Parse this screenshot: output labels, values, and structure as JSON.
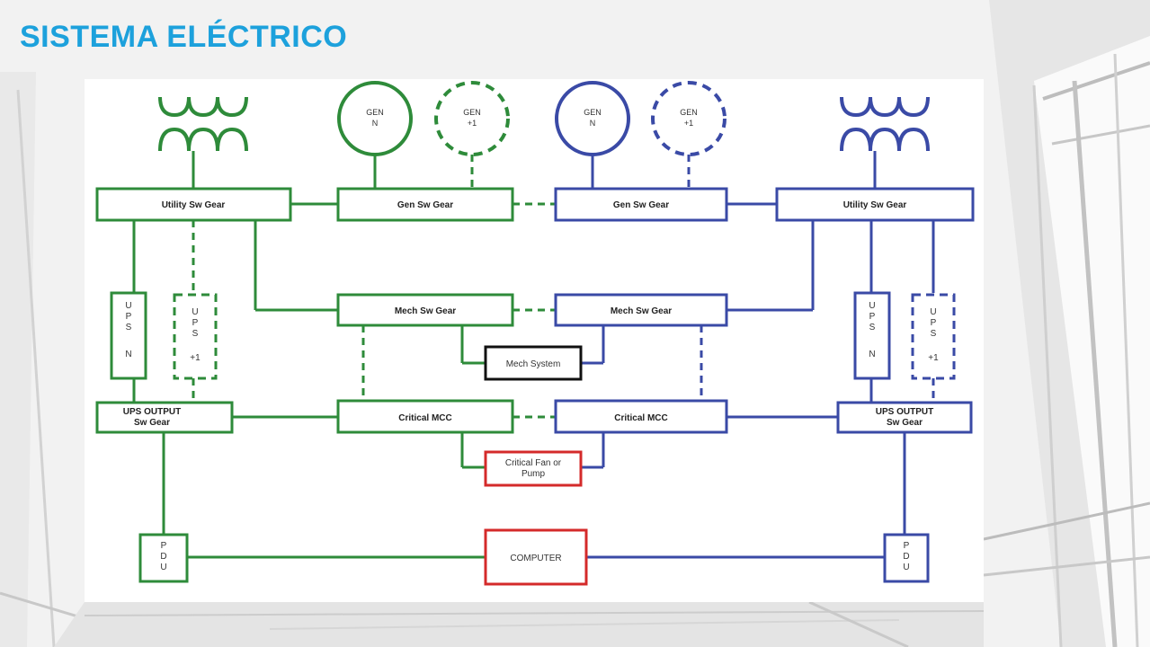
{
  "slide": {
    "title": "SISTEMA ELÉCTRICO"
  },
  "colors": {
    "title": "#1da1dc",
    "side_a": "#2e8b3a",
    "side_b": "#3a4aa6",
    "mech": "#111111",
    "critical": "#d42a2a"
  },
  "diagram": {
    "gen_left_n": [
      "GEN",
      "N"
    ],
    "gen_left_plus": [
      "GEN",
      "+1"
    ],
    "gen_right_n": [
      "GEN",
      "N"
    ],
    "gen_right_plus": [
      "GEN",
      "+1"
    ],
    "utility_left": "Utility Sw Gear",
    "gen_sw_left": "Gen Sw Gear",
    "gen_sw_right": "Gen Sw Gear",
    "utility_right": "Utility Sw Gear",
    "mech_left": "Mech Sw Gear",
    "mech_right": "Mech Sw Gear",
    "mech_system": "Mech System",
    "ups_left_n": [
      "U",
      "P",
      "S",
      "",
      "N"
    ],
    "ups_left_plus": [
      "U",
      "P",
      "S",
      "",
      "+1"
    ],
    "ups_right_n": [
      "U",
      "P",
      "S",
      "",
      "N"
    ],
    "ups_right_plus": [
      "U",
      "P",
      "S",
      "",
      "+1"
    ],
    "ups_output_left": [
      "UPS OUTPUT",
      "Sw Gear"
    ],
    "ups_output_right": [
      "UPS OUTPUT",
      "Sw Gear"
    ],
    "critical_mcc_left": "Critical MCC",
    "critical_mcc_right": "Critical MCC",
    "critical_fan": [
      "Critical Fan or",
      "Pump"
    ],
    "pdu_left": [
      "P",
      "D",
      "U"
    ],
    "pdu_right": [
      "P",
      "D",
      "U"
    ],
    "computer": "COMPUTER"
  }
}
